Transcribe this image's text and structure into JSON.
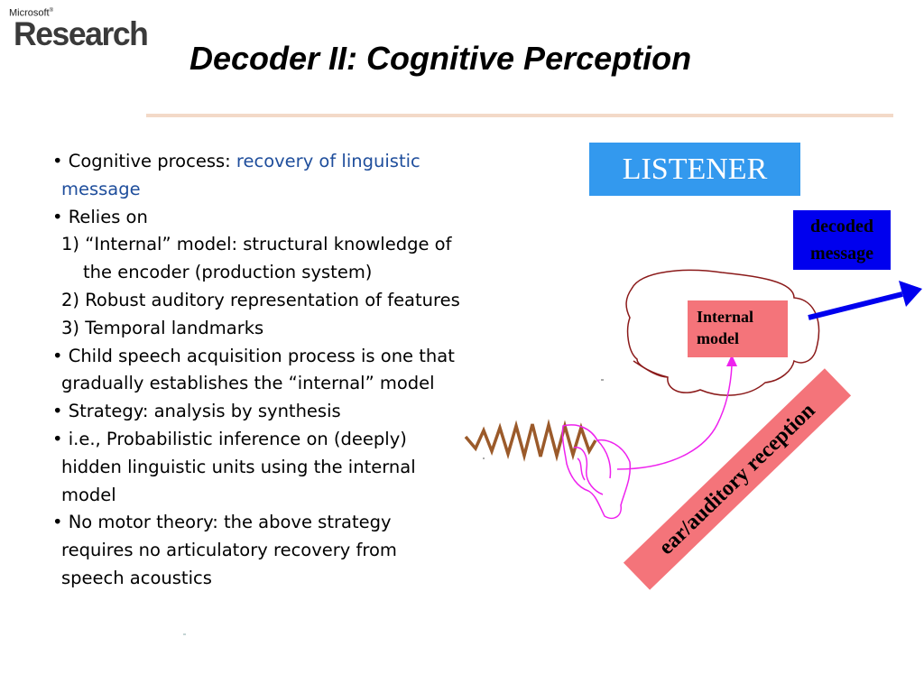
{
  "logo": {
    "small": "Microsoft",
    "big": "Research"
  },
  "title": "Decoder II: Cognitive Perception",
  "bullets": [
    "• Cognitive process: ",
    "recovery of linguistic",
    "message",
    "• Relies on",
    "1) “Internal” model: structural knowledge of",
    "the encoder (production system)",
    "2) Robust auditory representation of features",
    "3) Temporal landmarks",
    "• Child speech acquisition process is one that",
    "gradually establishes the “internal” model",
    "• Strategy: analysis by synthesis",
    "• i.e., Probabilistic inference on (deeply)",
    "hidden linguistic units using the internal",
    "model",
    "• No motor theory: the above strategy",
    "requires no articulatory recovery from",
    "speech acoustics"
  ],
  "diagram": {
    "listener": "LISTENER",
    "decoded_line1": "decoded",
    "decoded_line2": "message",
    "internal_line1": "Internal",
    "internal_line2": "model",
    "ear": "ear/auditory reception"
  },
  "colors": {
    "accent_text": "#1f4e9c",
    "listener_bg": "#3399ee",
    "decoded_bg": "#0000ee",
    "internal_bg": "#f4747a",
    "title_rule": "#f3d9c8",
    "brain_outline": "#8b1a1a",
    "ear_outline": "#ee22ee",
    "wave": "#9b5a2a",
    "arrow": "#0000ee"
  }
}
